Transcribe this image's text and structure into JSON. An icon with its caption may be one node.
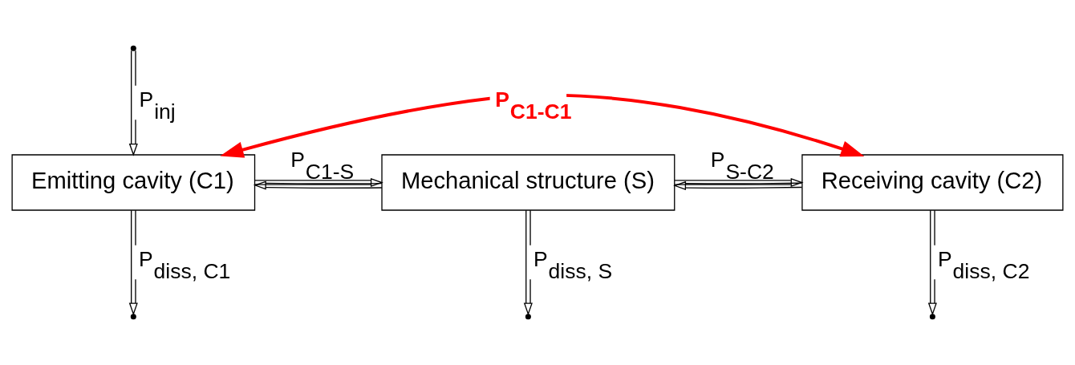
{
  "diagram": {
    "nodes": [
      {
        "text": [
          "Emitting cavity (C1)"
        ]
      },
      {
        "text": [
          "Mechanical structure (S)"
        ]
      },
      {
        "text": [
          "Receiving cavity (C2)"
        ]
      }
    ],
    "edges": [
      {
        "from": null,
        "to": 0,
        "arrow": "to",
        "label": "P$_{inj}$"
      },
      {
        "from": 0,
        "to": 1,
        "arrow": "to",
        "label": "P$_{C1-S}$"
      },
      {
        "from": 1,
        "to": 0,
        "arrow": "to"
      },
      {
        "from": 1,
        "to": 2,
        "arrow": "to",
        "label": "P$_{S-C2}$"
      },
      {
        "from": 2,
        "to": 1,
        "arrow": "to"
      },
      {
        "from": 0,
        "to": null,
        "arrow": "to",
        "label": "P$_{diss, C1}$"
      },
      {
        "from": 1,
        "to": null,
        "arrow": "to",
        "label": "P$_{diss, S}$"
      },
      {
        "from": 2,
        "to": null,
        "arrow": "to",
        "label": "P$_{diss, C2}$"
      },
      {
        "from": 2,
        "to": 0,
        "arrow": "both",
        "label": "P$_{C1-C1}$",
        "style": "thick",
        "color": "#ff0000"
      }
    ]
  }
}
